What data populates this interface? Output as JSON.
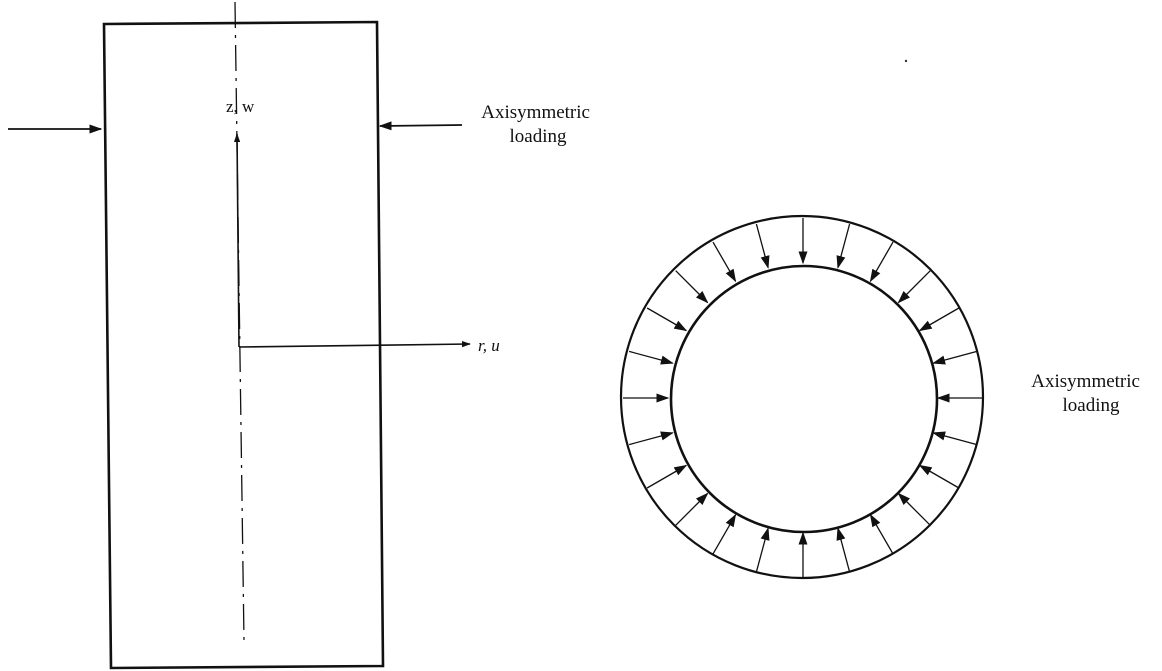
{
  "left_view": {
    "axis_label_z": "z, w",
    "axis_label_r": "r, u",
    "loading_label": [
      "Axisymmetric",
      "loading"
    ]
  },
  "right_view": {
    "loading_label": [
      "Axisymmetric",
      "loading"
    ],
    "radial_arrow_count": 24
  },
  "colors": {
    "ink": "#111111",
    "background": "#ffffff"
  }
}
